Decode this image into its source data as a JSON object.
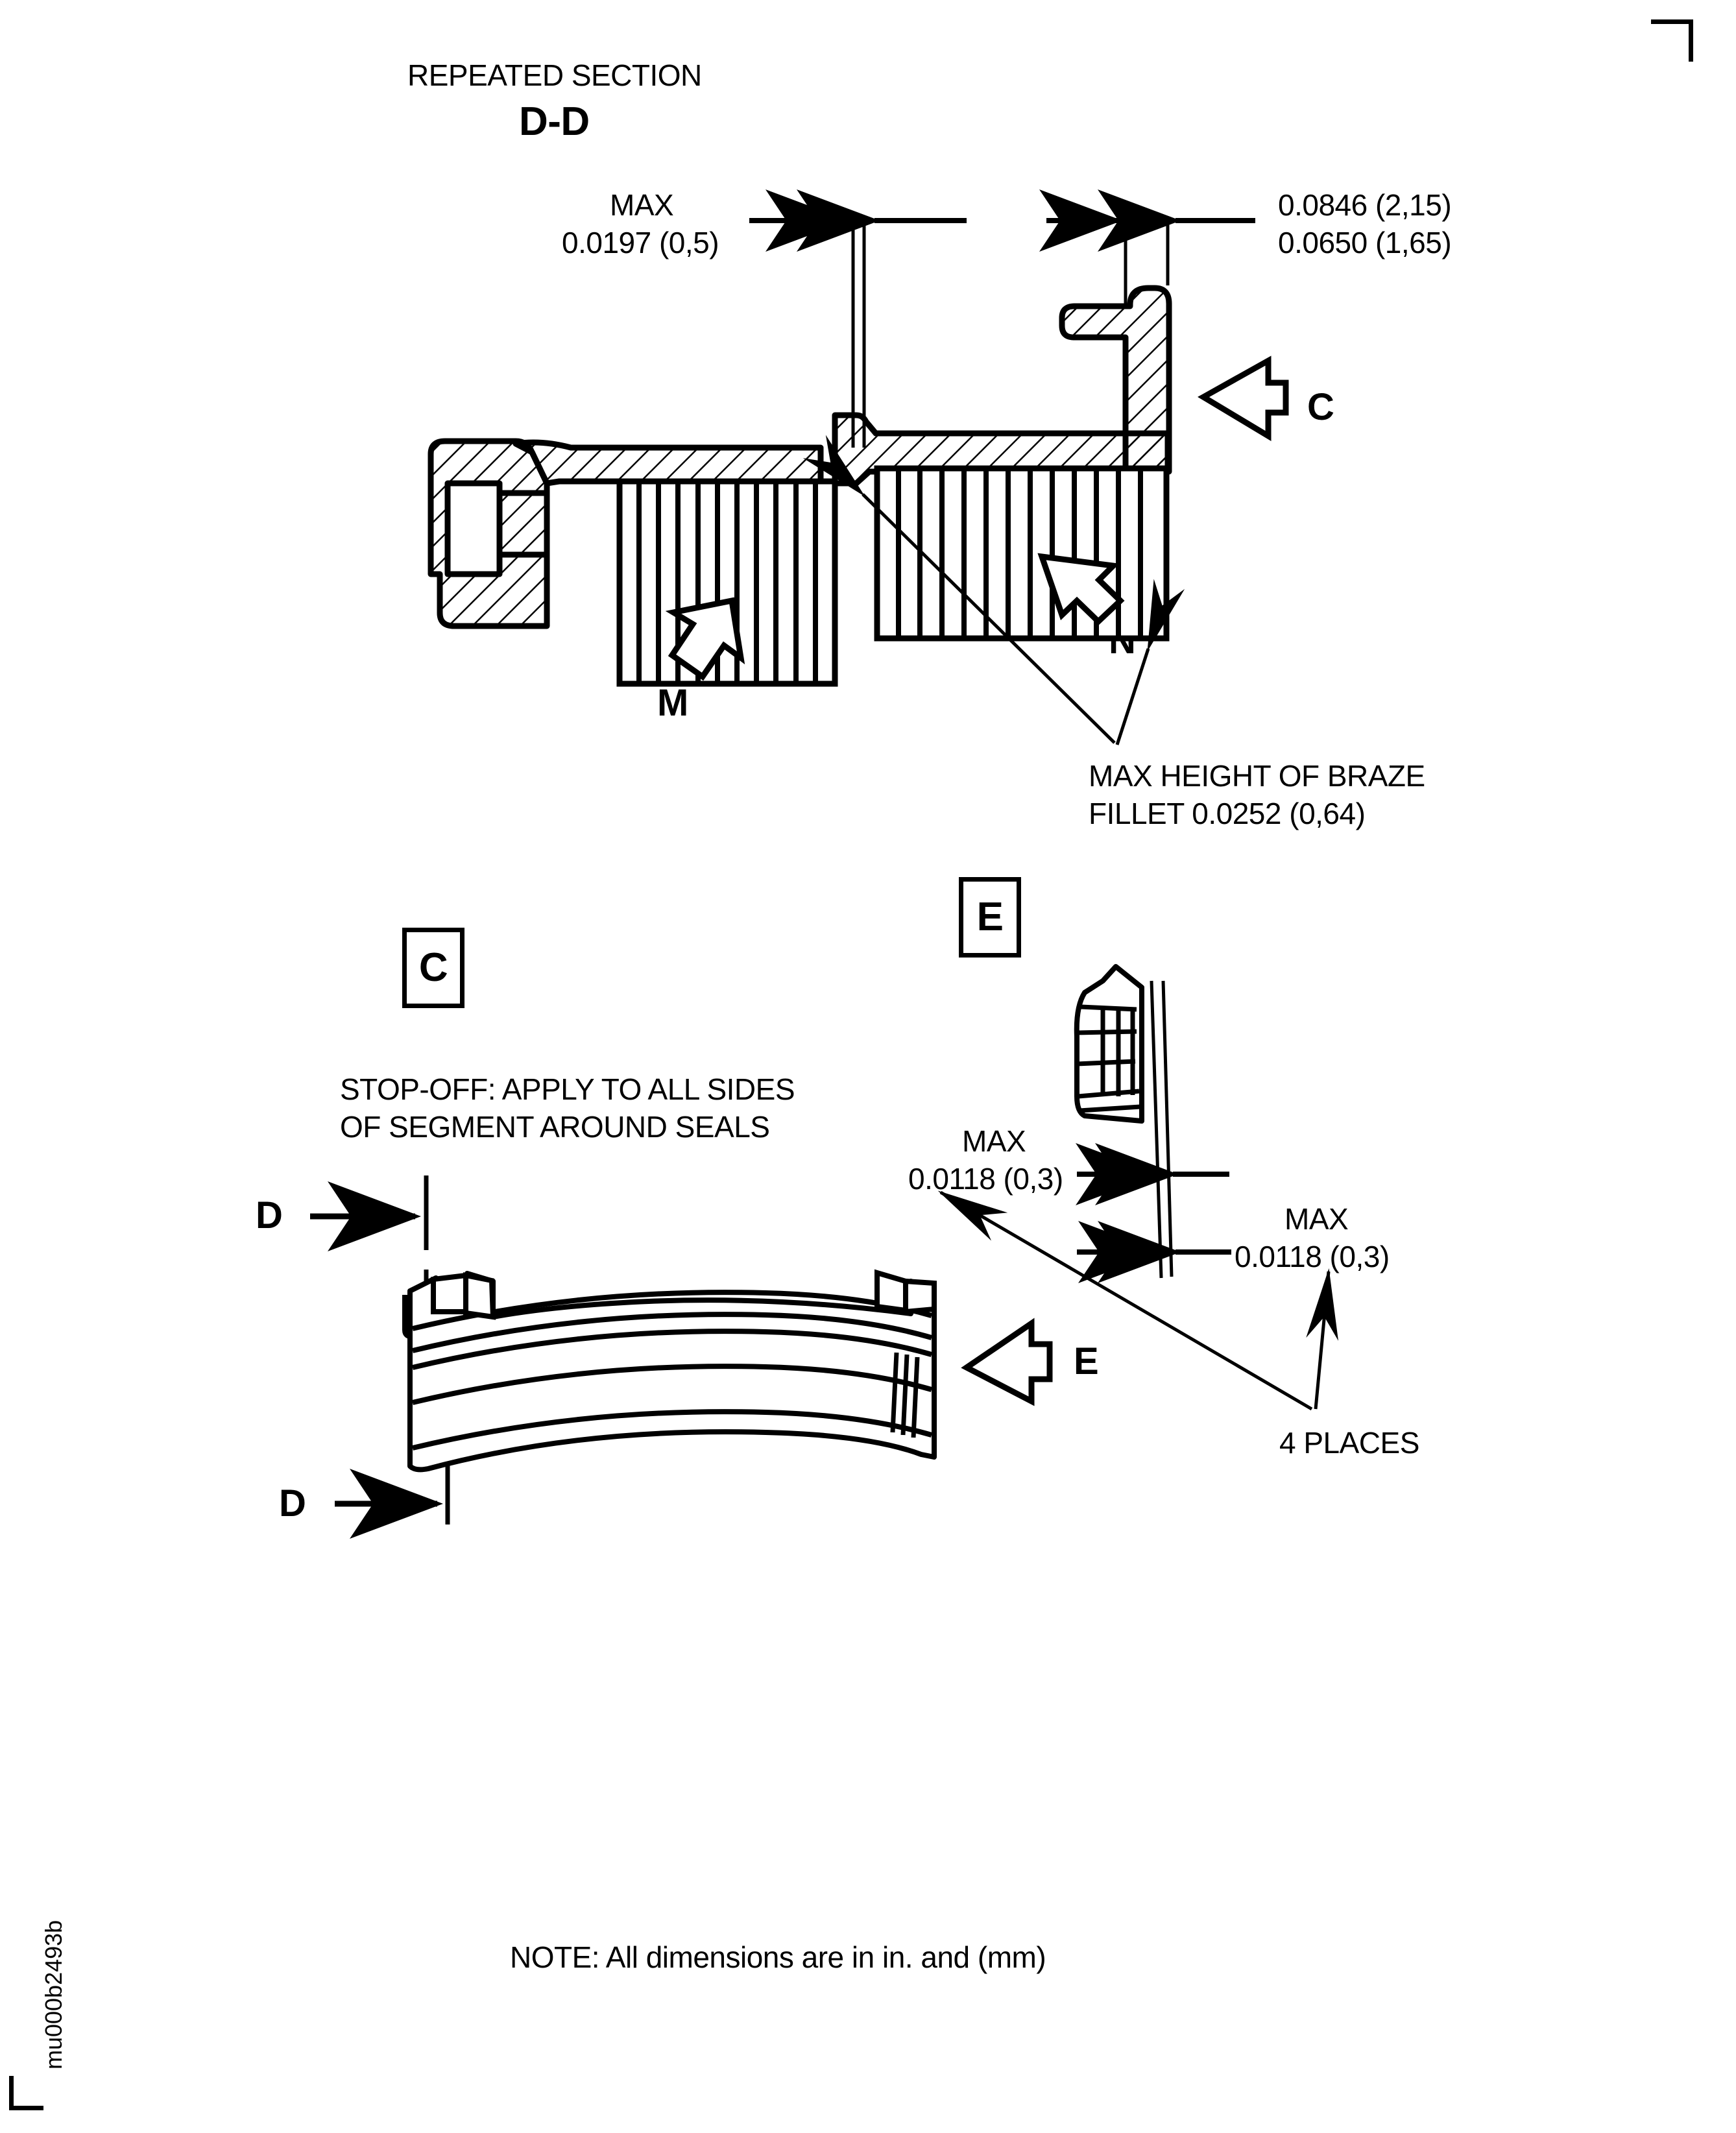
{
  "document": {
    "sheet_id": "mu000b2493b",
    "note": "NOTE: All dimensions are in in. and (mm)"
  },
  "section_dd": {
    "title": "REPEATED SECTION",
    "label": "D-D",
    "dim_left_line1": "MAX",
    "dim_left_line2": "0.0197 (0,5)",
    "dim_right_line1": "0.0846 (2,15)",
    "dim_right_line2": "0.0650 (1,65)",
    "arrow_c_label": "C",
    "arrow_n_label": "N",
    "arrow_m_label": "M",
    "braze_note_line1": "MAX HEIGHT OF BRAZE",
    "braze_note_line2": "FILLET 0.0252 (0,64)"
  },
  "detail_c": {
    "flag_label": "C",
    "stopoff_line1": "STOP-OFF: APPLY TO ALL SIDES",
    "stopoff_line2": "OF SEGMENT AROUND SEALS",
    "section_mark_top": "D",
    "section_mark_bottom": "D",
    "arrow_e_label": "E"
  },
  "detail_e": {
    "flag_label": "E",
    "dim_upper_line1": "MAX",
    "dim_upper_line2": "0.0118 (0,3)",
    "dim_lower_line1": "MAX",
    "dim_lower_line2": "0.0118 (0,3)",
    "places_note": "4 PLACES"
  },
  "colors": {
    "ink": "#000000",
    "paper": "#ffffff"
  }
}
